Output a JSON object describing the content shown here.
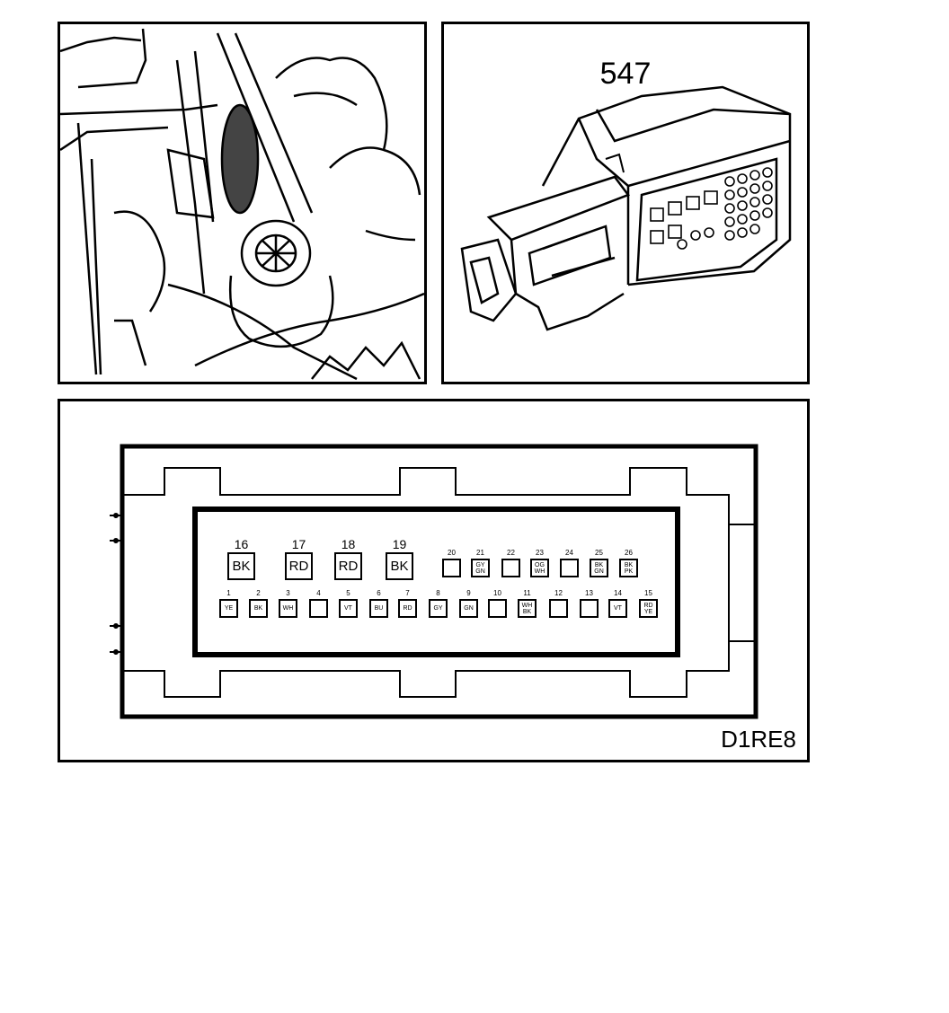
{
  "connector_id": "547",
  "diagram_code": "D1RE8",
  "large_pins": [
    {
      "num": "16",
      "color": "BK"
    },
    {
      "num": "17",
      "color": "RD"
    },
    {
      "num": "18",
      "color": "RD"
    },
    {
      "num": "19",
      "color": "BK"
    }
  ],
  "upper_small_pins": [
    {
      "num": "20",
      "color": ""
    },
    {
      "num": "21",
      "color": "GY GN"
    },
    {
      "num": "22",
      "color": ""
    },
    {
      "num": "23",
      "color": "OG WH"
    },
    {
      "num": "24",
      "color": ""
    },
    {
      "num": "25",
      "color": "BK GN"
    },
    {
      "num": "26",
      "color": "BK PK"
    }
  ],
  "lower_pins": [
    {
      "num": "1",
      "color": "YE"
    },
    {
      "num": "2",
      "color": "BK"
    },
    {
      "num": "3",
      "color": "WH"
    },
    {
      "num": "4",
      "color": ""
    },
    {
      "num": "5",
      "color": "VT"
    },
    {
      "num": "6",
      "color": "BU"
    },
    {
      "num": "7",
      "color": "RD"
    },
    {
      "num": "8",
      "color": "GY"
    },
    {
      "num": "9",
      "color": "GN"
    },
    {
      "num": "10",
      "color": ""
    },
    {
      "num": "11",
      "color": "WH BK"
    },
    {
      "num": "12",
      "color": ""
    },
    {
      "num": "13",
      "color": ""
    },
    {
      "num": "14",
      "color": "VT"
    },
    {
      "num": "15",
      "color": "RD YE"
    }
  ]
}
